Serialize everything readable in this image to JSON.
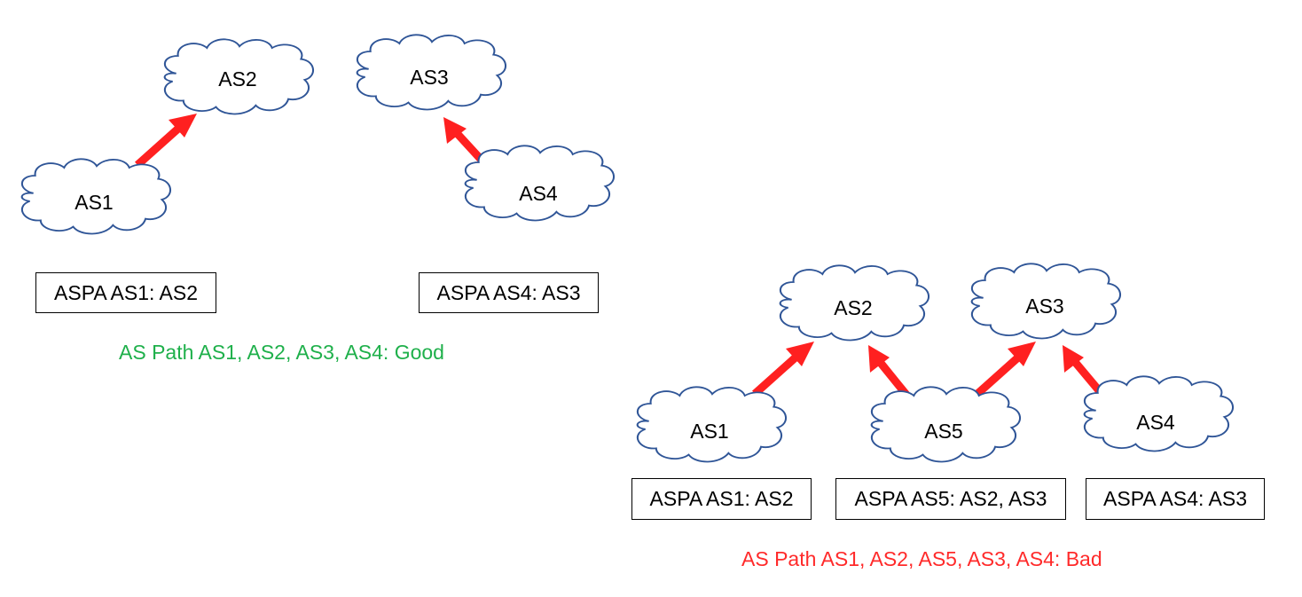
{
  "colors": {
    "cloud_outline": "#2f5597",
    "arrow": "#ff2020",
    "good": "#1fb04b",
    "bad": "#ff2a2a"
  },
  "scenarios": [
    {
      "name": "valid-path",
      "nodes": [
        {
          "id": "AS1",
          "label": "AS1"
        },
        {
          "id": "AS2",
          "label": "AS2"
        },
        {
          "id": "AS3",
          "label": "AS3"
        },
        {
          "id": "AS4",
          "label": "AS4"
        }
      ],
      "edges": [
        {
          "from": "AS1",
          "to": "AS2"
        },
        {
          "from": "AS4",
          "to": "AS3"
        }
      ],
      "aspa_records": [
        "ASPA AS1: AS2",
        "ASPA AS4: AS3"
      ],
      "verdict": {
        "text": "AS Path AS1, AS2, AS3, AS4: Good",
        "status": "good"
      }
    },
    {
      "name": "invalid-path",
      "nodes": [
        {
          "id": "AS1",
          "label": "AS1"
        },
        {
          "id": "AS2",
          "label": "AS2"
        },
        {
          "id": "AS3",
          "label": "AS3"
        },
        {
          "id": "AS4",
          "label": "AS4"
        },
        {
          "id": "AS5",
          "label": "AS5"
        }
      ],
      "edges": [
        {
          "from": "AS1",
          "to": "AS2"
        },
        {
          "from": "AS5",
          "to": "AS2"
        },
        {
          "from": "AS5",
          "to": "AS3"
        },
        {
          "from": "AS4",
          "to": "AS3"
        }
      ],
      "aspa_records": [
        "ASPA AS1: AS2",
        "ASPA AS5: AS2, AS3",
        "ASPA AS4: AS3"
      ],
      "verdict": {
        "text": "AS Path AS1, AS2, AS5, AS3, AS4: Bad",
        "status": "bad"
      }
    }
  ]
}
